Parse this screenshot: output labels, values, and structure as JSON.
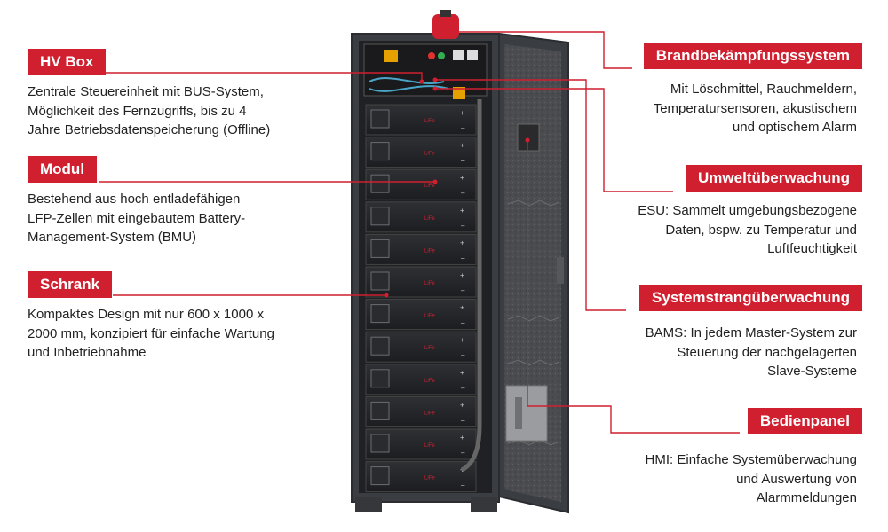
{
  "labels": {
    "hv_box": {
      "title": "HV Box",
      "lines": [
        "Zentrale Steuereinheit mit BUS-System,",
        "Möglichkeit des Fernzugriffs, bis zu 4",
        "Jahre Betriebsdatenspeicherung (Offline)"
      ]
    },
    "modul": {
      "title": "Modul",
      "lines": [
        "Bestehend aus hoch entladefähigen",
        "LFP-Zellen mit eingebautem Battery-",
        "Management-System (BMU)"
      ]
    },
    "schrank": {
      "title": "Schrank",
      "lines": [
        "Kompaktes Design mit nur 600 x 1000 x",
        "2000 mm, konzipiert für einfache Wartung",
        "und Inbetriebnahme"
      ]
    },
    "brand": {
      "title": "Brandbekämpfungssystem",
      "lines": [
        "Mit Löschmittel, Rauchmeldern,",
        "Temperatursensoren, akustischem",
        "und optischem Alarm"
      ]
    },
    "umwelt": {
      "title": "Umweltüberwachung",
      "lines": [
        "ESU: Sammelt umgebungsbezogene",
        "Daten, bspw. zu Temperatur und",
        "Luftfeuchtigkeit"
      ]
    },
    "systemstrang": {
      "title": "Systemstrangüberwachung",
      "lines": [
        "BAMS: In jedem Master-System zur",
        "Steuerung der nachgelagerten",
        "Slave-Systeme"
      ]
    },
    "bedienpanel": {
      "title": "Bedienpanel",
      "lines": [
        "HMI: Einfache Systemüberwachung",
        "und Auswertung von",
        "Alarmmeldungen"
      ]
    }
  },
  "module_logo_text": "LiFe",
  "colors": {
    "accent": "#d01f2f",
    "cabinet": "#3a3d42",
    "cabinet_dark": "#26282c",
    "text": "#222222"
  }
}
